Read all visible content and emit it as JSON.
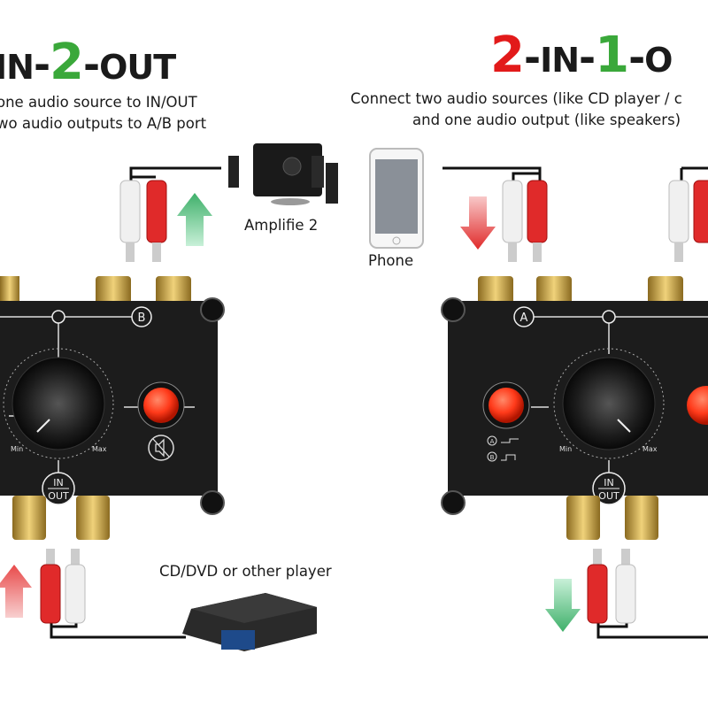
{
  "left_panel": {
    "heading": {
      "part1": "IN",
      "dash1": "-",
      "number": "2",
      "dash2": "-",
      "part2": "OUT"
    },
    "description": [
      "one audio source to IN/OUT",
      "wo audio outputs to A/B port"
    ],
    "device_label": "Amplifie 2",
    "player_label": "CD/DVD or other player",
    "switch": {
      "port_b": "B",
      "in": "IN",
      "out": "OUT",
      "min": "Min",
      "max": "Max"
    }
  },
  "right_panel": {
    "heading": {
      "number1": "2",
      "dash1": "-",
      "part1": "IN",
      "dash2": "-",
      "number2": "1",
      "dash3": "-",
      "part2": "O"
    },
    "description": [
      "Connect two audio sources (like CD player / c",
      "and one audio output (like speakers)"
    ],
    "phone_label": "Phone",
    "switch": {
      "port_a": "A",
      "in": "IN",
      "out": "OUT",
      "min": "Min",
      "max": "Max",
      "legend_a": "A",
      "legend_b": "B"
    }
  },
  "colors": {
    "dark": "#1a1a1a",
    "red": "#e21a1a",
    "green": "#3aa83a",
    "arrow_green": "#5dbf7d",
    "arrow_red": "#e84a4a",
    "knob_red": "#ff3a1a",
    "gold": "#c9a64a"
  }
}
